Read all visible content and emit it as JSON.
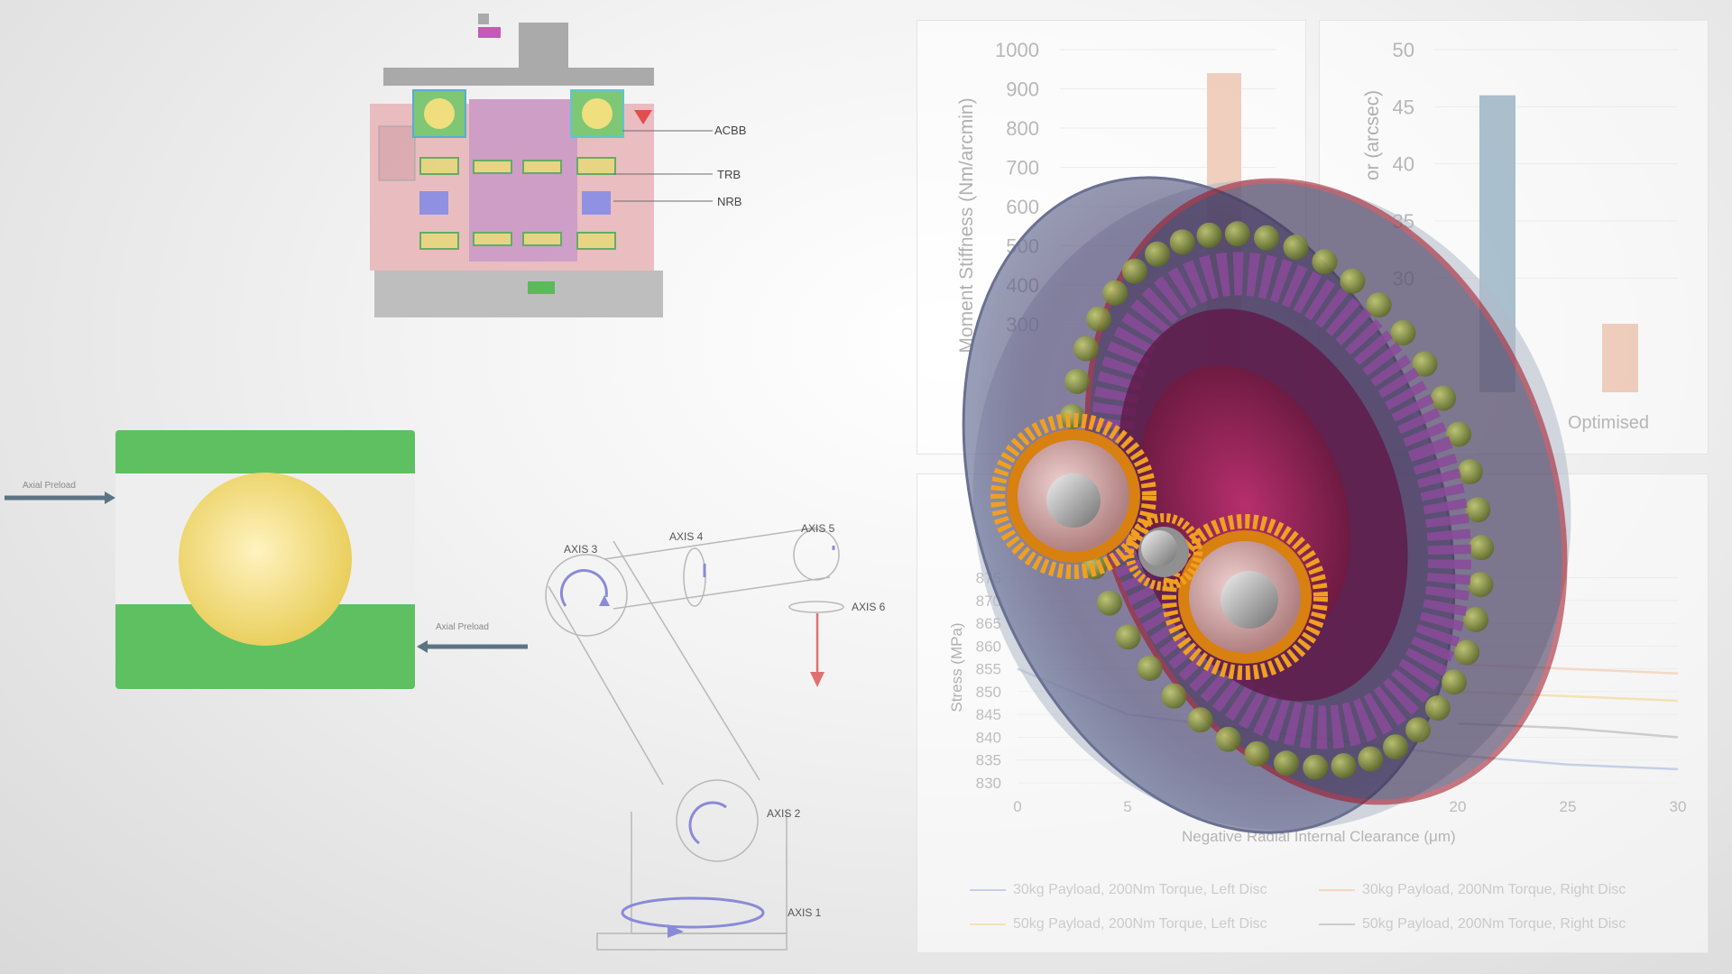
{
  "bearing_section": {
    "labels": [
      "ACBB",
      "TRB",
      "NRB"
    ]
  },
  "preload_diagram": {
    "left_label": "Axial Preload",
    "right_label": "Axial Preload"
  },
  "robot_arm": {
    "axes": [
      "AXIS 1",
      "AXIS 2",
      "AXIS 3",
      "AXIS 4",
      "AXIS 5",
      "AXIS 6"
    ]
  },
  "colors": {
    "blue_series": "#8fa3d6",
    "orange_series": "#f3b58f",
    "gold_series": "#f3c96a",
    "grey_series": "#9c9c9c",
    "bar_blue": "#4c7a99",
    "bar_orange": "#e39a76",
    "gear_orange": "#f0a020"
  },
  "chart_data": [
    {
      "type": "bar",
      "ylabel": "Moment Stiffness (Nm/arcmin)",
      "ylim": [
        0,
        1000
      ],
      "yticks": [
        300,
        400,
        500,
        600,
        700,
        800,
        900,
        1000
      ],
      "bars": [
        {
          "value": 940
        }
      ]
    },
    {
      "type": "bar",
      "ylabel": "or (arcsec)",
      "ylim": [
        0,
        50
      ],
      "yticks": [
        30,
        35,
        40,
        45,
        50
      ],
      "categories": [
        "",
        "Optimised"
      ],
      "values": [
        46,
        26
      ]
    },
    {
      "type": "line",
      "ylabel": "Stress (MPa)",
      "xlabel": "Negative Radial Internal Clearance (μm)",
      "xlim": [
        0,
        30
      ],
      "ylim": [
        830,
        885
      ],
      "xticks": [
        0,
        5,
        20,
        25,
        30
      ],
      "yticks": [
        830,
        835,
        840,
        845,
        850,
        855,
        860,
        865,
        870,
        875
      ],
      "series": [
        {
          "name": "30kg Payload, 200Nm Torque, Left Disc",
          "x": [
            0,
            5,
            20,
            25,
            30
          ],
          "values": [
            855,
            845,
            836,
            834,
            833
          ]
        },
        {
          "name": "30kg Payload, 200Nm Torque, Right Disc",
          "x": [
            20,
            25,
            30
          ],
          "values": [
            856,
            855,
            854
          ]
        },
        {
          "name": "50kg Payload, 200Nm Torque, Left Disc",
          "x": [
            20,
            25,
            30
          ],
          "values": [
            850,
            849,
            848
          ]
        },
        {
          "name": "50kg Payload, 200Nm Torque, Right Disc",
          "x": [
            20,
            25,
            30
          ],
          "values": [
            843,
            842,
            840
          ]
        }
      ]
    }
  ]
}
